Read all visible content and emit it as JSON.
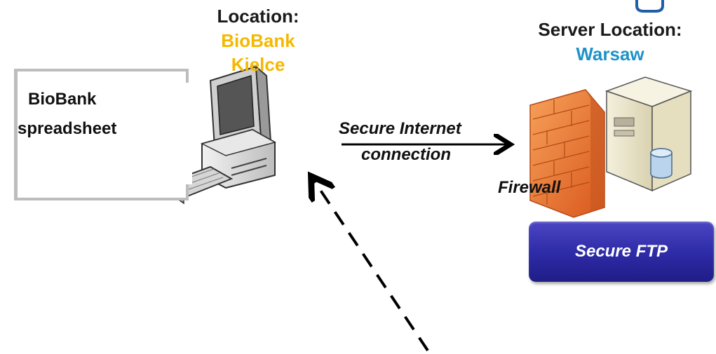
{
  "client": {
    "location_title": "Location:",
    "location_line1": "BioBank",
    "location_line2": "Kielce"
  },
  "server": {
    "location_title": "Server Location:",
    "city": "Warsaw"
  },
  "spreadsheet": {
    "line1": "BioBank",
    "line2": "spreadsheet"
  },
  "connection": {
    "line1": "Secure Internet",
    "line2": "connection"
  },
  "firewall_label": "Firewall",
  "ftp_label": "Secure FTP",
  "colors": {
    "client_location": "#f5b800",
    "server_city": "#1e93c8",
    "ftp_box": "#2d2aa6",
    "firewall": "#f07a2e"
  }
}
